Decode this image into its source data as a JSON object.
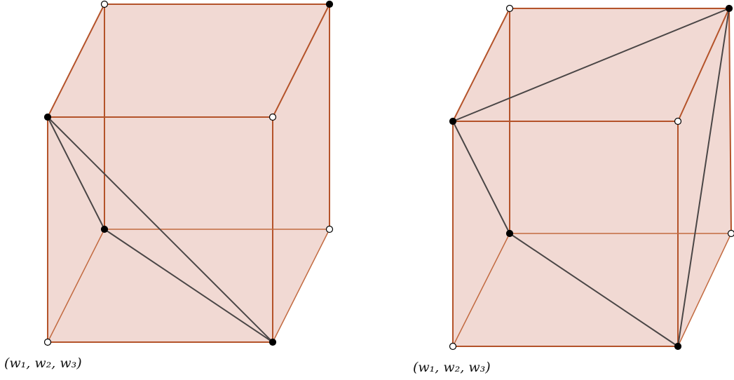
{
  "figures": [
    {
      "id": "cube-left",
      "corner_label": "(w₁, w₂, w₃)",
      "highlighted_vertices": [
        "front-top-left",
        "back-bottom-left",
        "front-bottom-right",
        "back-top-right"
      ],
      "simplex_edges": [
        [
          "front-top-left",
          "back-bottom-left"
        ],
        [
          "front-top-left",
          "front-bottom-right"
        ],
        [
          "back-bottom-left",
          "front-bottom-right"
        ]
      ]
    },
    {
      "id": "cube-right",
      "corner_label": "(w₁, w₂, w₃)",
      "highlighted_vertices": [
        "front-top-left",
        "back-bottom-left",
        "front-bottom-right",
        "back-top-right"
      ],
      "simplex_edges": [
        [
          "front-top-left",
          "back-bottom-left"
        ],
        [
          "back-bottom-left",
          "front-bottom-right"
        ],
        [
          "front-top-left",
          "back-top-right"
        ],
        [
          "front-bottom-right",
          "back-top-right"
        ]
      ]
    }
  ],
  "colors": {
    "cube_edge": "#b4532a",
    "cube_fill": "#c0452a",
    "simplex_edge": "#4a4646",
    "vertex_filled": "#000000",
    "vertex_open": "#ffffff"
  }
}
